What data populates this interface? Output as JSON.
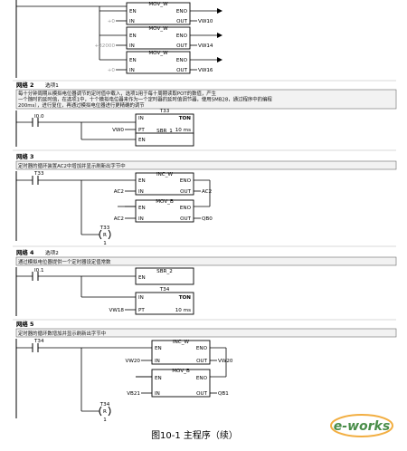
{
  "top_block": {
    "boxes": [
      {
        "title": "MOV_W",
        "en": "EN",
        "eno": "ENO",
        "in_pin": "IN",
        "out_pin": "OUT",
        "in_value": "+0",
        "out_value": "VW10"
      },
      {
        "title": "MOV_W",
        "en": "EN",
        "eno": "ENO",
        "in_pin": "IN",
        "out_pin": "OUT",
        "in_value": "+32000",
        "out_value": "VW14"
      },
      {
        "title": "MOV_W",
        "en": "EN",
        "eno": "ENO",
        "in_pin": "IN",
        "out_pin": "OUT",
        "in_value": "+0",
        "out_value": "VW16"
      }
    ]
  },
  "network2": {
    "label": "网络 2",
    "title": "选项1",
    "comment_line1": "每十分钟周期从模拟电位器调节的定时值中载入，选项1用于每十周期读取POT的数值，产生",
    "comment_line2": "一个随时的延时值，在选项1中，十个模拟电位器来作为一个定时器的延时值调节器，使用SMB28，通过程序中的编程",
    "comment_line3": "200ms），进行复位，再通过模拟电位器进行更精确的调节",
    "contact": "I0.0",
    "timer_name": "T33",
    "timer_in": "IN",
    "timer_type": "TON",
    "timer_pt_value": "VW0",
    "timer_pt": "PT",
    "timer_res": "10 ms",
    "sbr_title": "SBR_1",
    "sbr_en": "EN"
  },
  "network3": {
    "label": "网络 3",
    "comment": "定时器的循环装置AC2中增加并显示刷新出字节中",
    "contact": "T33",
    "box1": {
      "title": "INC_W",
      "en": "EN",
      "eno": "ENO",
      "in_pin": "IN",
      "out_pin": "OUT",
      "in_value": "AC2",
      "out_value": "AC2"
    },
    "box2": {
      "title": "MOV_B",
      "en": "EN",
      "eno": "ENO",
      "in_pin": "IN",
      "out_pin": "OUT",
      "in_value": "AC2",
      "out_value": "QB0"
    },
    "reset_name": "T33",
    "reset_letter": "R",
    "reset_count": "1"
  },
  "network4": {
    "label": "网络 4",
    "title": "选项2",
    "comment": "通过模拟电位器提供一个定时器设定值常数",
    "contact": "I0.1",
    "sbr_title": "SBR_2",
    "sbr_en": "EN",
    "timer_name": "T34",
    "timer_in": "IN",
    "timer_type": "TON",
    "timer_pt_value": "VW18",
    "timer_pt": "PT",
    "timer_res": "10 ms"
  },
  "network5": {
    "label": "网络 5",
    "comment": "定时器的循环数增加并显示刷新出字节中",
    "contact": "T34",
    "box1": {
      "title": "INC_W",
      "en": "EN",
      "eno": "ENO",
      "in_pin": "IN",
      "out_pin": "OUT",
      "in_value": "VW20",
      "out_value": "VW20"
    },
    "box2": {
      "title": "MOV_B",
      "en": "EN",
      "eno": "ENO",
      "in_pin": "IN",
      "out_pin": "OUT",
      "in_value": "VB21",
      "out_value": "QB1"
    },
    "reset_name": "T34",
    "reset_letter": "R",
    "reset_count": "1"
  },
  "caption": "图10-1  主程序（续）",
  "watermark": "e-works"
}
